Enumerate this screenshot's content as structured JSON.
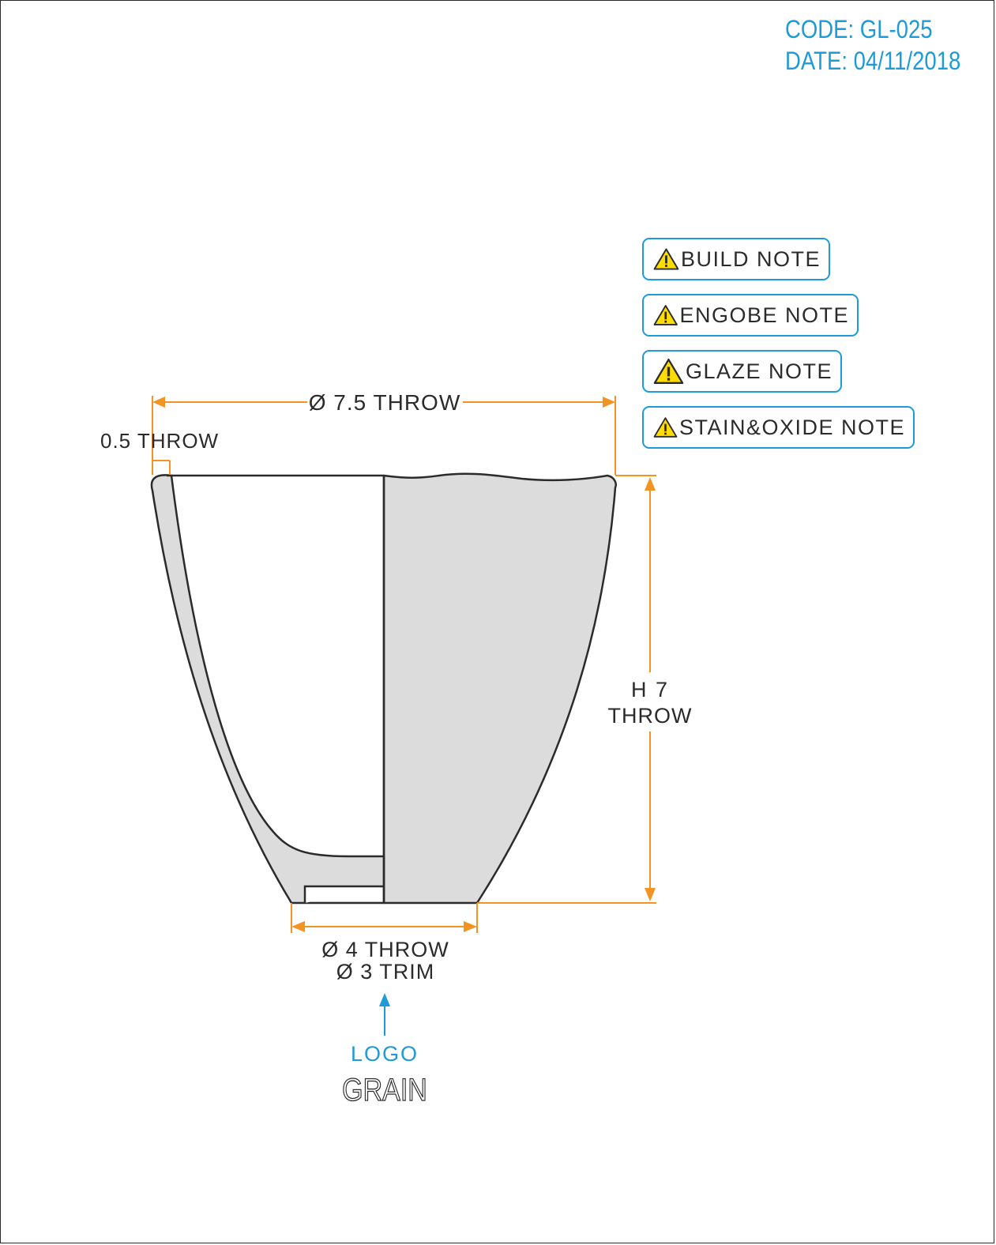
{
  "header": {
    "code": "CODE: GL-025",
    "date": "DATE: 04/11/2018"
  },
  "notes": [
    {
      "label": "BUILD NOTE",
      "icon": "warning-icon"
    },
    {
      "label": "ENGOBE NOTE",
      "icon": "warning-icon"
    },
    {
      "label": "GLAZE NOTE",
      "icon": "warning-icon"
    },
    {
      "label": "STAIN&OXIDE NOTE",
      "icon": "warning-icon"
    }
  ],
  "dimensions": {
    "rim_diameter": "Ø 7.5 THROW",
    "wall": "0.5 THROW",
    "height_line1": "H 7",
    "height_line2": "THROW",
    "foot_throw": "Ø 4 THROW",
    "foot_trim": "Ø 3 TRIM"
  },
  "logo": {
    "label": "LOGO",
    "mark": "GRAIN"
  },
  "colors": {
    "accent_blue": "#1e9ad6",
    "dimension_orange": "#f39323",
    "body_fill": "#dcdcdc",
    "outline": "#2b2b2b",
    "warning_yellow": "#ffdd00"
  }
}
